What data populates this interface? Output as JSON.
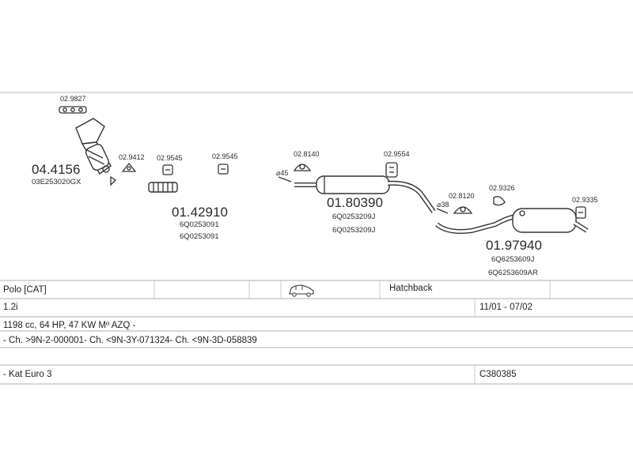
{
  "parts": {
    "gasket_top": "02.9827",
    "cat_number": "04.4156",
    "cat_oe": "03E253020GX",
    "clamp_1": "02.9412",
    "rubber_1": "02.9545",
    "rubber_2": "02.9545",
    "front_pipe_number": "01.42910",
    "front_pipe_oe_1": "6Q0253091",
    "front_pipe_oe_2": "6Q0253091",
    "diameter_1": "⌀45",
    "rubber_3": "02.8140",
    "middle_number": "01.80390",
    "middle_oe_1": "6Q0253209J",
    "middle_oe_2": "6Q0253209J",
    "rubber_4": "02.9554",
    "diameter_2": "⌀38",
    "rubber_5": "02.8120",
    "rubber_6": "02.9326",
    "rubber_7": "02.9335",
    "rear_number": "01.97940",
    "rear_oe_1": "6Q6253609J",
    "rear_oe_2": "6Q6253609AR"
  },
  "table": {
    "model": "Polo  [CAT]",
    "body": "Hatchback",
    "engine": "1.2i",
    "dates": "11/01 - 07/02",
    "specs": "1198 cc, 64 HP, 47 KW Mº AZQ -",
    "chassis": "- Ch. >9N-2-000001- Ch. <9N-3Y-071324- Ch. <9N-3D-058839",
    "norm": "- Kat Euro 3",
    "code": "C380385"
  },
  "icons": {
    "car": "car-icon"
  }
}
